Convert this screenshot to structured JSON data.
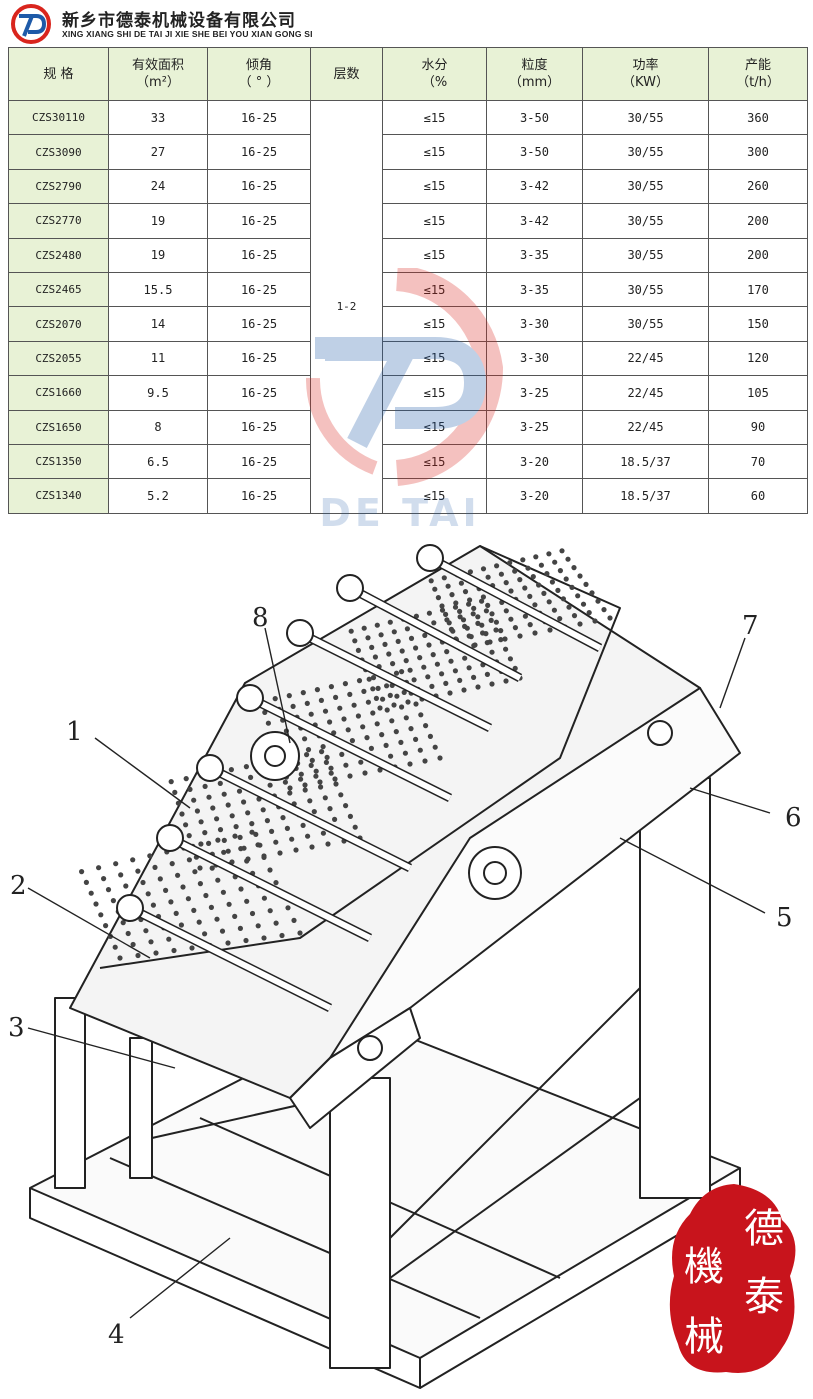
{
  "header": {
    "company_cn": "新乡市德泰机械设备有限公司",
    "company_en": "XING XIANG SHI DE TAI JI XIE SHE BEI YOU XIAN GONG SI",
    "logo_icon": "detai-logo-icon",
    "brand_red": "#d9251d",
    "brand_blue": "#1e5aa8"
  },
  "table": {
    "headers": [
      {
        "l1": "规  格",
        "l2": ""
      },
      {
        "l1": "有效面积",
        "l2": "（m²）"
      },
      {
        "l1": "倾角",
        "l2": "（ ° ）"
      },
      {
        "l1": "层数",
        "l2": ""
      },
      {
        "l1": "水分",
        "l2": "（%"
      },
      {
        "l1": "粒度",
        "l2": "（mm）"
      },
      {
        "l1": "功率",
        "l2": "（KW）"
      },
      {
        "l1": "产能",
        "l2": "（t/h）"
      }
    ],
    "layers": "1-2",
    "rows": [
      [
        "CZS30110",
        "33",
        "16-25",
        "≤15",
        "3-50",
        "30/55",
        "360"
      ],
      [
        "CZS3090",
        "27",
        "16-25",
        "≤15",
        "3-50",
        "30/55",
        "300"
      ],
      [
        "CZS2790",
        "24",
        "16-25",
        "≤15",
        "3-42",
        "30/55",
        "260"
      ],
      [
        "CZS2770",
        "19",
        "16-25",
        "≤15",
        "3-42",
        "30/55",
        "200"
      ],
      [
        "CZS2480",
        "19",
        "16-25",
        "≤15",
        "3-35",
        "30/55",
        "200"
      ],
      [
        "CZS2465",
        "15.5",
        "16-25",
        "≤15",
        "3-35",
        "30/55",
        "170"
      ],
      [
        "CZS2070",
        "14",
        "16-25",
        "≤15",
        "3-30",
        "30/55",
        "150"
      ],
      [
        "CZS2055",
        "11",
        "16-25",
        "≤15",
        "3-30",
        "22/45",
        "120"
      ],
      [
        "CZS1660",
        "9.5",
        "16-25",
        "≤15",
        "3-25",
        "22/45",
        "105"
      ],
      [
        "CZS1650",
        "8",
        "16-25",
        "≤15",
        "3-25",
        "22/45",
        "90"
      ],
      [
        "CZS1350",
        "6.5",
        "16-25",
        "≤15",
        "3-20",
        "18.5/37",
        "70"
      ],
      [
        "CZS1340",
        "5.2",
        "16-25",
        "≤15",
        "3-20",
        "18.5/37",
        "60"
      ]
    ],
    "header_bg": "#e8f2d6"
  },
  "watermark": {
    "text": "DE TAI"
  },
  "drawing": {
    "callouts": [
      "1",
      "2",
      "3",
      "4",
      "5",
      "6",
      "7",
      "8"
    ]
  },
  "stamp": {
    "chars": [
      "德",
      "泰",
      "機",
      "械"
    ],
    "color": "#c8141c"
  }
}
